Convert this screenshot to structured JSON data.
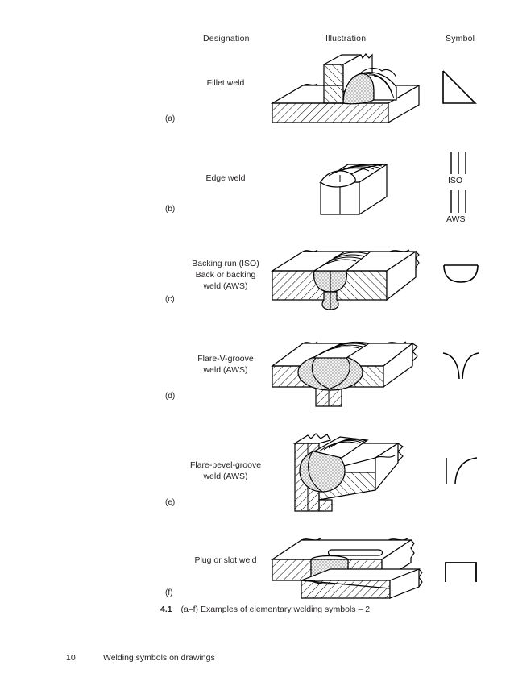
{
  "document": {
    "figure_caption_number": "4.1",
    "figure_caption_text": "(a–f) Examples of elementary welding symbols – 2.",
    "footer_page_number": "10",
    "footer_running_title": "Welding symbols on drawings"
  },
  "columns": {
    "designation": "Designation",
    "illustration": "Illustration",
    "symbol": "Symbol"
  },
  "rows": [
    {
      "letter": "(a)",
      "designation_lines": [
        "Fillet weld"
      ],
      "symbol_kind": "right-triangle",
      "symbol_labels": []
    },
    {
      "letter": "(b)",
      "designation_lines": [
        "Edge weld"
      ],
      "symbol_kind": "three-vertical-lines-iso-aws",
      "symbol_labels": [
        "ISO",
        "AWS"
      ]
    },
    {
      "letter": "(c)",
      "designation_lines": [
        "Backing run (ISO)",
        "Back or backing",
        "weld (AWS)"
      ],
      "symbol_kind": "semicircle-down",
      "symbol_labels": []
    },
    {
      "letter": "(d)",
      "designation_lines": [
        "Flare-V-groove",
        "weld (AWS)"
      ],
      "symbol_kind": "flare-v-groove",
      "symbol_labels": []
    },
    {
      "letter": "(e)",
      "designation_lines": [
        "Flare-bevel-groove",
        "weld (AWS)"
      ],
      "symbol_kind": "flare-bevel-groove",
      "symbol_labels": []
    },
    {
      "letter": "(f)",
      "designation_lines": [
        "Plug or slot weld"
      ],
      "symbol_kind": "open-rectangle",
      "symbol_labels": []
    }
  ],
  "colors": {
    "ink": "#231f20",
    "line": "#000000",
    "hatch": "#000000",
    "stipple_fill": "#e8e8e8",
    "page_background": "#ffffff"
  }
}
